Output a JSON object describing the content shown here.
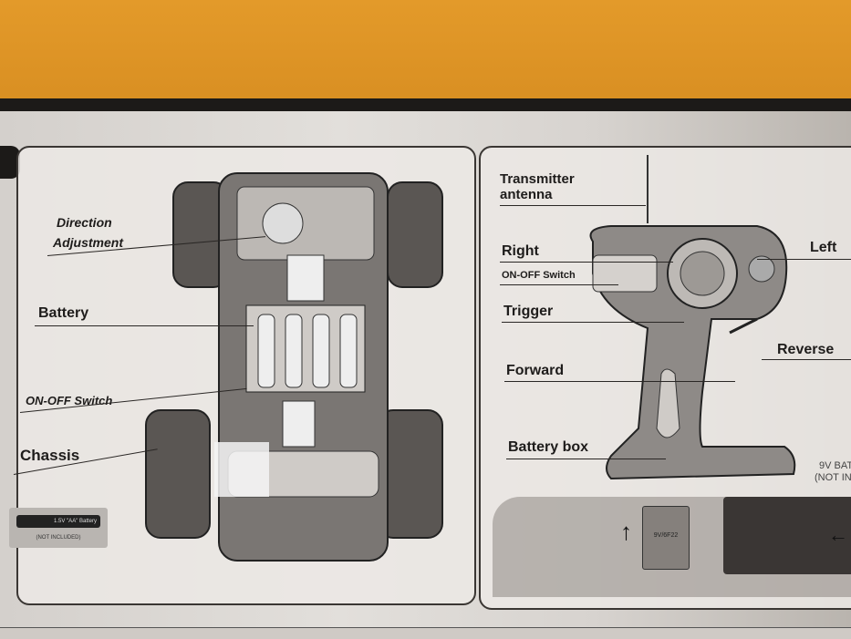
{
  "car_panel": {
    "labels": {
      "direction_adjustment_1": "Direction",
      "direction_adjustment_2": "Adjustment",
      "battery": "Battery",
      "on_off_switch": "ON-OFF Switch",
      "chassis": "Chassis"
    },
    "battery_badge": {
      "text": "1.5V \"AA\" Battery",
      "note": "(NOT INCLUDED)"
    }
  },
  "remote_panel": {
    "labels": {
      "antenna_1": "Transmitter",
      "antenna_2": "antenna",
      "right": "Right",
      "left": "Left",
      "on_off_switch": "ON-OFF Switch",
      "trigger": "Trigger",
      "reverse": "Reverse",
      "forward": "Forward",
      "battery_box": "Battery box",
      "battery_note_1": "9V BAT",
      "battery_note_2": "(NOT IN"
    },
    "battery_label": "9V/6F22"
  },
  "colors": {
    "box_orange": "#e39a2a",
    "ink": "#1e1c1b",
    "paper": "#e2dfdb"
  }
}
